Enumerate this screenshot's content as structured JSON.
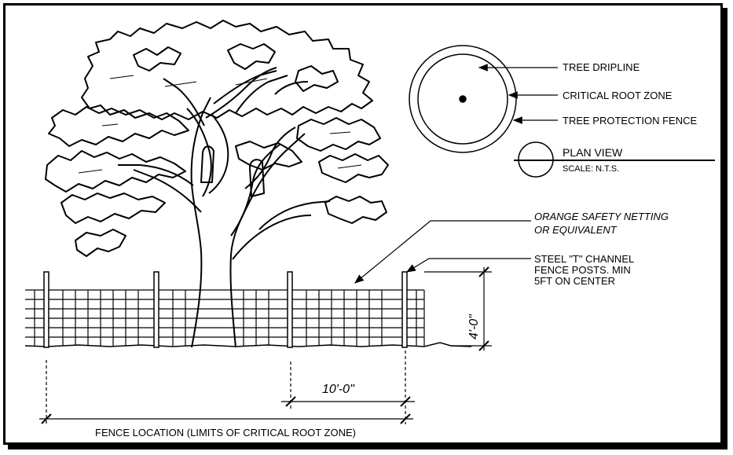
{
  "plan_view": {
    "labels": {
      "dripline": "TREE DRIPLINE",
      "root_zone": "CRITICAL ROOT ZONE",
      "fence": "TREE PROTECTION FENCE"
    },
    "title": "PLAN VIEW",
    "scale": "SCALE: N.T.S."
  },
  "elevation": {
    "netting_note_line1": "ORANGE SAFETY  NETTING",
    "netting_note_line2": "OR EQUIVALENT",
    "post_note_line1": "STEEL \"T\" CHANNEL",
    "post_note_line2": "FENCE POSTS.  MIN",
    "post_note_line3": "5FT ON CENTER",
    "height_dim": "4'-0\"",
    "spacing_dim": "10'-0\"",
    "location_label": "FENCE LOCATION (LIMITS OF CRITICAL ROOT ZONE)"
  }
}
